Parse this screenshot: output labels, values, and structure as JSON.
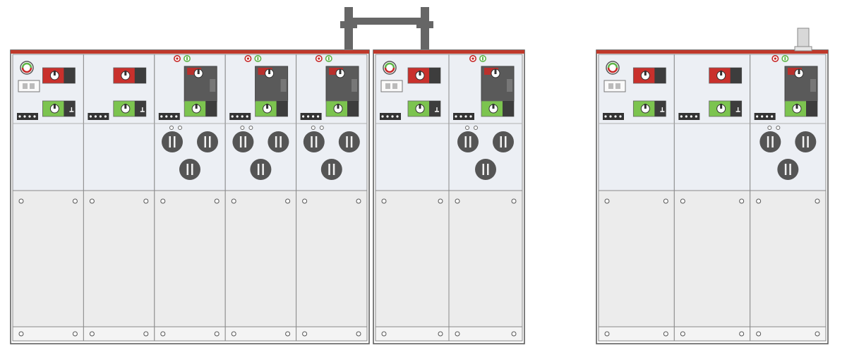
{
  "drawing": {
    "description_visible_text": "",
    "groups": [
      {
        "name": "switchgear-group-a",
        "units": [
          "switch",
          "switch",
          "fuse-switch",
          "fuse-switch",
          "fuse-switch"
        ]
      },
      {
        "name": "switchgear-group-b",
        "units": [
          "switch",
          "fuse-switch"
        ]
      },
      {
        "name": "switchgear-group-c",
        "units": [
          "switch",
          "switch",
          "fuse-switch"
        ]
      }
    ],
    "colors": {
      "top_trim": "#c0392b",
      "panel_light": "#eceff4",
      "panel_base": "#ececec",
      "outline": "#8a8a8a",
      "dark_block": "#5a5a5a",
      "green_indicator": "#5fb548",
      "red_indicator": "#c62828",
      "busbar": "#666666",
      "fuse_holder": "#555555"
    },
    "icons": [
      "voltage-indicator-icon",
      "switch-operating-icon",
      "fuse-holder-icon",
      "status-lamp-icon",
      "busbar-connector-icon"
    ]
  }
}
